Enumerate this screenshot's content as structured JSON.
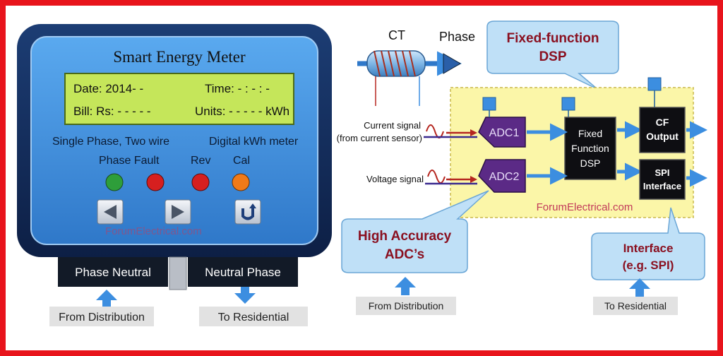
{
  "meter": {
    "title": "Smart Energy Meter",
    "lcd": {
      "date": "Date: 2014-  -",
      "time": "Time:  - : - : -",
      "bill": "Bill: Rs: - - - - -",
      "units": "Units:  - - - - - kWh"
    },
    "desc_left": "Single Phase,  Two wire",
    "desc_right": "Digital kWh meter",
    "indicators": [
      {
        "label": "Phase Fault",
        "colors": [
          "#2e9e3a",
          "#d61f1f"
        ]
      },
      {
        "label": "Rev",
        "color": "#d61f1f"
      },
      {
        "label": "Cal",
        "color": "#f07a18"
      }
    ],
    "watermark": "ForumElectrical.com",
    "terminals": [
      "Phase Neutral",
      "Neutral Phase"
    ],
    "from_label": "From Distribution",
    "to_label": "To Residential"
  },
  "diagram": {
    "ct_label": "CT",
    "phase_label": "Phase",
    "dsp_callout": [
      "Fixed-function",
      "DSP"
    ],
    "current_signal": [
      "Current signal",
      "(from current sensor)"
    ],
    "voltage_signal": "Voltage signal",
    "adc1": "ADC1",
    "adc2": "ADC2",
    "dsp_block": [
      "Fixed",
      "Function",
      "DSP"
    ],
    "cf_output": [
      "CF",
      "Output"
    ],
    "spi_interface": [
      "SPI",
      "Interface"
    ],
    "watermark": "ForumElectrical.com",
    "adc_callout": [
      "High Accuracy",
      "ADC’s"
    ],
    "interface_callout": [
      "Interface",
      "(e.g. SPI)"
    ],
    "from_label": "From Distribution",
    "to_label": "To Residential"
  },
  "colors": {
    "border": "#e8141c",
    "meter_blue": "#3d8fdf",
    "lcd": "#c5e65a",
    "panel_yellow": "#fbf6a8",
    "adc_purple": "#5b2a86",
    "callout_blue": "#bfe0f7",
    "arrow_blue": "#3c8ee0",
    "signal_red": "#b5261f"
  }
}
